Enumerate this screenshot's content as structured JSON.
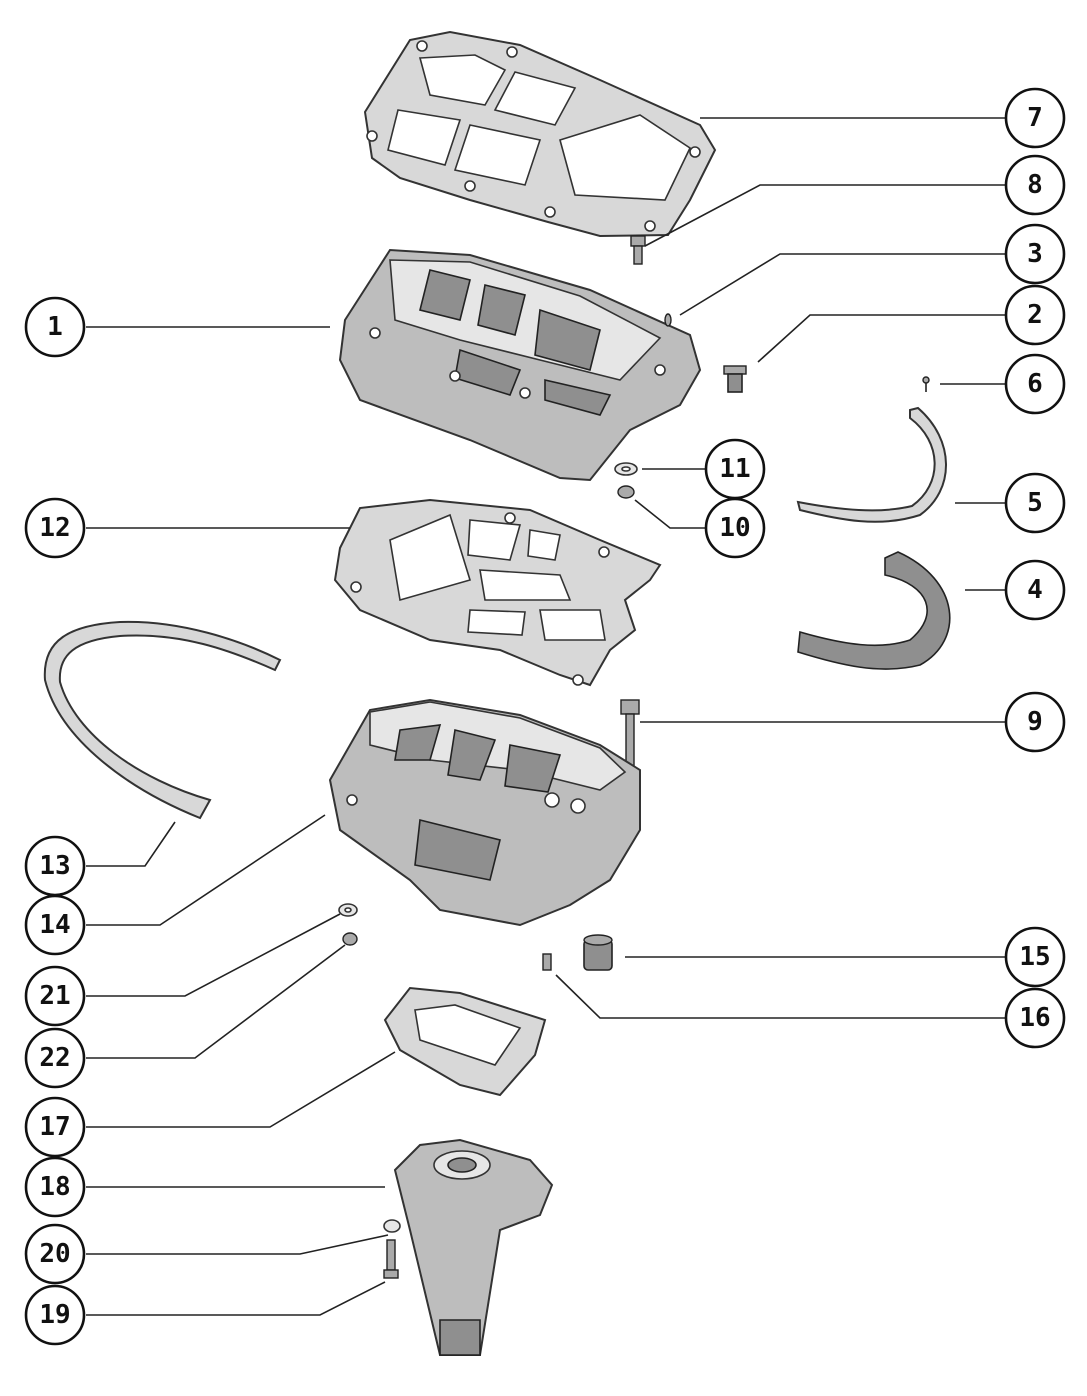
{
  "callouts": [
    {
      "id": "1",
      "label": "1"
    },
    {
      "id": "2",
      "label": "2"
    },
    {
      "id": "3",
      "label": "3"
    },
    {
      "id": "4",
      "label": "4"
    },
    {
      "id": "5",
      "label": "5"
    },
    {
      "id": "6",
      "label": "6"
    },
    {
      "id": "7",
      "label": "7"
    },
    {
      "id": "8",
      "label": "8"
    },
    {
      "id": "9",
      "label": "9"
    },
    {
      "id": "10",
      "label": "10"
    },
    {
      "id": "11",
      "label": "11"
    },
    {
      "id": "12",
      "label": "12"
    },
    {
      "id": "13",
      "label": "13"
    },
    {
      "id": "14",
      "label": "14"
    },
    {
      "id": "15",
      "label": "15"
    },
    {
      "id": "16",
      "label": "16"
    },
    {
      "id": "17",
      "label": "17"
    },
    {
      "id": "18",
      "label": "18"
    },
    {
      "id": "19",
      "label": "19"
    },
    {
      "id": "20",
      "label": "20"
    },
    {
      "id": "21",
      "label": "21"
    },
    {
      "id": "22",
      "label": "22"
    }
  ],
  "parts": [
    {
      "key": "top-gasket",
      "icon": "gasket-icon"
    },
    {
      "key": "upper-housing",
      "icon": "housing-icon"
    },
    {
      "key": "middle-gasket",
      "icon": "gasket-icon"
    },
    {
      "key": "lower-housing",
      "icon": "housing-icon"
    },
    {
      "key": "seal-strip-left",
      "icon": "seal-strip-icon"
    },
    {
      "key": "seal-strip-right-upper",
      "icon": "seal-strip-icon"
    },
    {
      "key": "seal-strip-right-lower",
      "icon": "seal-strip-icon"
    },
    {
      "key": "small-gasket",
      "icon": "gasket-icon"
    },
    {
      "key": "exhaust-tube",
      "icon": "tube-icon"
    },
    {
      "key": "bushing",
      "icon": "bushing-icon"
    },
    {
      "key": "bolt",
      "icon": "bolt-icon"
    },
    {
      "key": "washer",
      "icon": "washer-icon"
    },
    {
      "key": "nut",
      "icon": "nut-icon"
    },
    {
      "key": "dowel-pin",
      "icon": "pin-icon"
    },
    {
      "key": "grommet",
      "icon": "grommet-icon"
    }
  ],
  "colors": {
    "ink": "#111111",
    "fill": "#bdbdbd",
    "background": "#ffffff"
  }
}
